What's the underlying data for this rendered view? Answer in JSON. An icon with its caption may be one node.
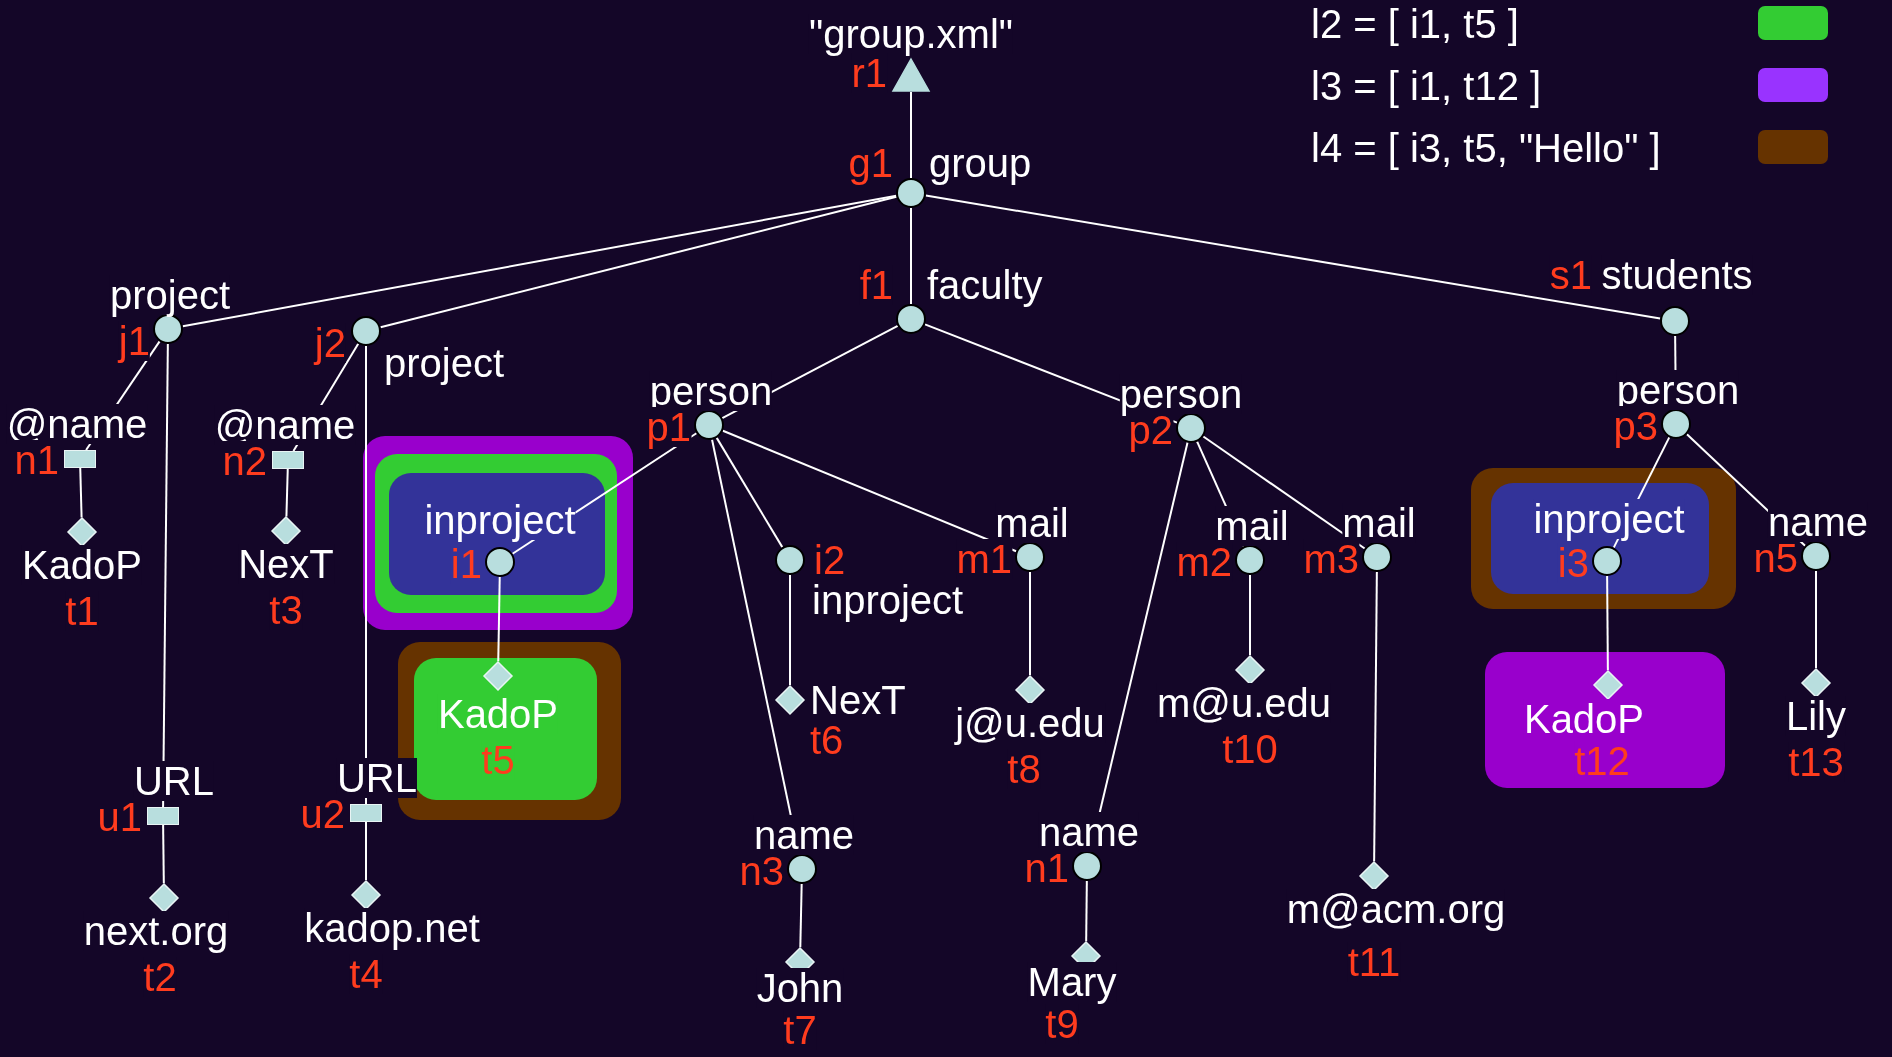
{
  "diagram": {
    "nodes": [
      {
        "text": [
          "\"group.xml\"",
          "r1"
        ]
      },
      {
        "text": [
          "g1",
          "group"
        ]
      },
      {
        "text": [
          "project",
          "j1"
        ]
      },
      {
        "text": [
          "project",
          "j2"
        ]
      },
      {
        "text": [
          "f1",
          "faculty"
        ]
      },
      {
        "text": [
          "s1",
          "students"
        ]
      },
      {
        "text": [
          "person",
          "p1"
        ]
      },
      {
        "text": [
          "person",
          "p2"
        ]
      },
      {
        "text": [
          "person",
          "p3"
        ]
      },
      {
        "text": [
          "@name",
          "n1"
        ]
      },
      {
        "text": [
          "@name",
          "n2"
        ]
      },
      {
        "text": [],
        "shape": "box"
      },
      {
        "text": [],
        "shape": "box",
        "in": 11
      },
      {
        "text": [],
        "shape": "box",
        "in": 12
      },
      {
        "text": [
          "inproject",
          "i1"
        ],
        "in": 13
      },
      {
        "text": [
          "i2",
          "inproject"
        ]
      },
      {
        "text": [
          "mail",
          "m1"
        ]
      },
      {
        "text": [
          "mail",
          "m2"
        ]
      },
      {
        "text": [
          "mail",
          "m3"
        ]
      },
      {
        "text": [],
        "shape": "box"
      },
      {
        "text": [],
        "shape": "box",
        "in": 19
      },
      {
        "text": [
          "inproject",
          "i3"
        ],
        "in": 20
      },
      {
        "text": [
          "name",
          "n5"
        ]
      },
      {
        "text": [
          "KadoP",
          "t1"
        ]
      },
      {
        "text": [
          "NexT",
          "t3"
        ]
      },
      {
        "text": [
          "NexT",
          "t6"
        ]
      },
      {
        "text": [
          "j@u.edu",
          "t8"
        ]
      },
      {
        "text": [
          "m@u.edu",
          "t10"
        ]
      },
      {
        "text": [],
        "shape": "box"
      },
      {
        "text": [],
        "shape": "box",
        "in": 28
      },
      {
        "text": [
          "KadoP",
          "t5"
        ],
        "in": 29
      },
      {
        "text": [],
        "shape": "box"
      },
      {
        "text": [
          "KadoP",
          "t12"
        ],
        "in": 31
      },
      {
        "text": [
          "Lily",
          "t13"
        ]
      },
      {
        "text": [
          "URL",
          "u1"
        ]
      },
      {
        "text": [
          "URL",
          "u2"
        ]
      },
      {
        "text": [
          "name",
          "n3"
        ]
      },
      {
        "text": [
          "name",
          "n1"
        ]
      },
      {
        "text": [
          "m@acm.org",
          "t11"
        ]
      },
      {
        "text": [
          "next.org",
          "t2"
        ]
      },
      {
        "text": [
          "kadop.net",
          "t4"
        ]
      },
      {
        "text": [
          "John",
          "t7"
        ]
      },
      {
        "text": [
          "Mary",
          "t9"
        ]
      }
    ],
    "edges": [
      {
        "from": 0,
        "to": 1,
        "arrow": "none"
      },
      {
        "from": 1,
        "to": 2,
        "arrow": "none"
      },
      {
        "from": 1,
        "to": 3,
        "arrow": "none"
      },
      {
        "from": 1,
        "to": 4,
        "arrow": "none"
      },
      {
        "from": 1,
        "to": 5,
        "arrow": "none"
      },
      {
        "from": 2,
        "to": 9,
        "arrow": "none"
      },
      {
        "from": 2,
        "to": 34,
        "arrow": "none"
      },
      {
        "from": 3,
        "to": 10,
        "arrow": "none"
      },
      {
        "from": 3,
        "to": 35,
        "arrow": "none"
      },
      {
        "from": 9,
        "to": 23,
        "arrow": "none"
      },
      {
        "from": 10,
        "to": 24,
        "arrow": "none"
      },
      {
        "from": 34,
        "to": 39,
        "arrow": "none"
      },
      {
        "from": 35,
        "to": 40,
        "arrow": "none"
      },
      {
        "from": 4,
        "to": 6,
        "arrow": "none"
      },
      {
        "from": 4,
        "to": 7,
        "arrow": "none"
      },
      {
        "from": 6,
        "to": 14,
        "arrow": "none"
      },
      {
        "from": 6,
        "to": 15,
        "arrow": "none"
      },
      {
        "from": 6,
        "to": 16,
        "arrow": "none"
      },
      {
        "from": 6,
        "to": 36,
        "arrow": "none"
      },
      {
        "from": 14,
        "to": 30,
        "arrow": "none"
      },
      {
        "from": 15,
        "to": 25,
        "arrow": "none"
      },
      {
        "from": 16,
        "to": 26,
        "arrow": "none"
      },
      {
        "from": 36,
        "to": 41,
        "arrow": "none"
      },
      {
        "from": 7,
        "to": 37,
        "arrow": "none"
      },
      {
        "from": 7,
        "to": 17,
        "arrow": "none"
      },
      {
        "from": 7,
        "to": 18,
        "arrow": "none"
      },
      {
        "from": 17,
        "to": 27,
        "arrow": "none"
      },
      {
        "from": 18,
        "to": 38,
        "arrow": "none"
      },
      {
        "from": 37,
        "to": 42,
        "arrow": "none"
      },
      {
        "from": 5,
        "to": 8,
        "arrow": "none"
      },
      {
        "from": 8,
        "to": 21,
        "arrow": "none"
      },
      {
        "from": 8,
        "to": 22,
        "arrow": "none"
      },
      {
        "from": 21,
        "to": 32,
        "arrow": "none"
      },
      {
        "from": 22,
        "to": 33,
        "arrow": "none"
      }
    ],
    "legend": [
      {
        "text": "l2 = [ i1, t5 ]",
        "color": "#33cc33"
      },
      {
        "text": "l3 = [ i1, t12 ]",
        "color": "#9933ff"
      },
      {
        "text": "l4 = [ i3, t5, \"Hello\" ]",
        "color": "#663300"
      }
    ]
  }
}
